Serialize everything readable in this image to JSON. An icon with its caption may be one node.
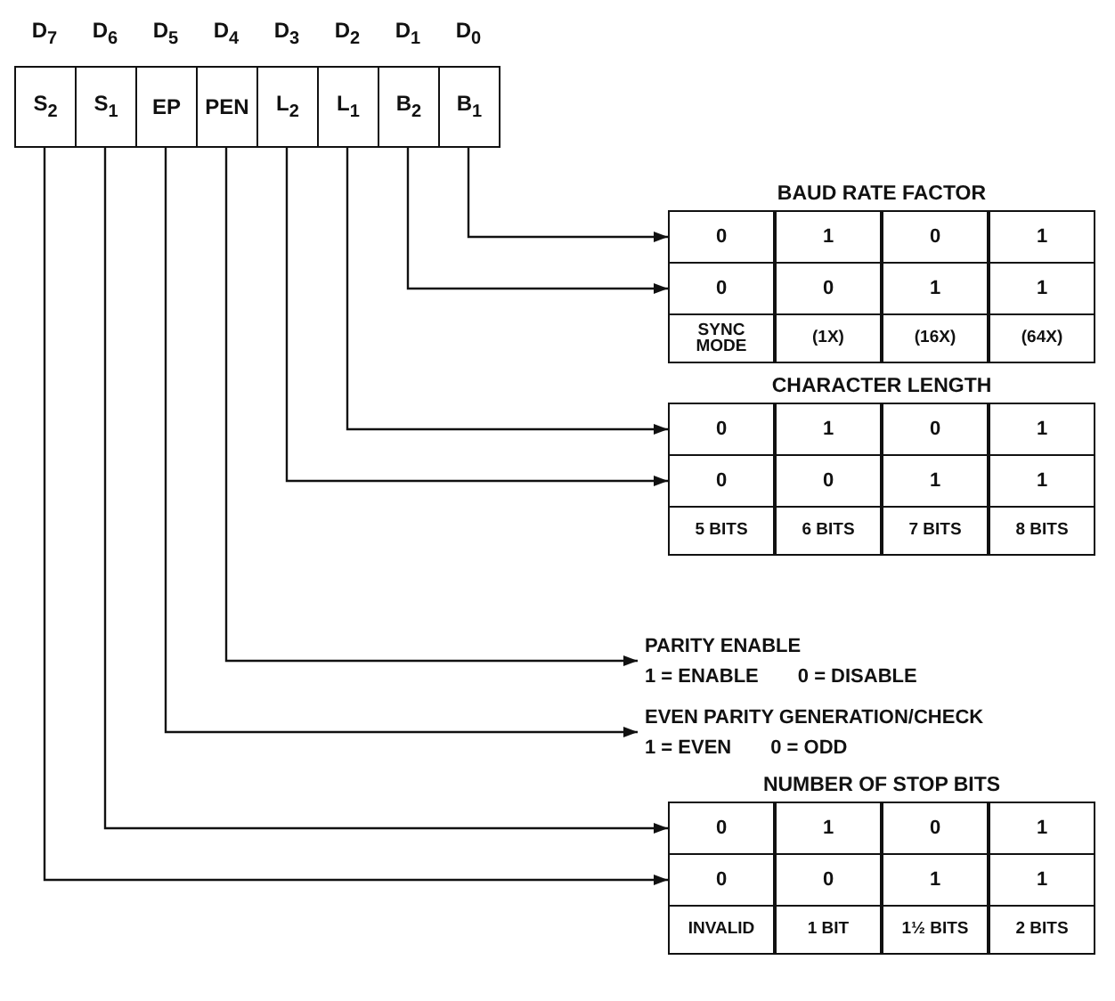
{
  "diagram": {
    "nodes": [
      {
        "text": [
          "S$_{2}$"
        ],
        "beside": [
          "D$_{7}$"
        ]
      },
      {
        "text": [
          "S$_{1}$"
        ],
        "beside": [
          "D$_{6}$"
        ]
      },
      {
        "text": [
          "EP"
        ],
        "beside": [
          "D$_{5}$"
        ]
      },
      {
        "text": [
          "PEN"
        ],
        "beside": [
          "D$_{4}$"
        ]
      },
      {
        "text": [
          "L$_{2}$"
        ],
        "beside": [
          "D$_{3}$"
        ]
      },
      {
        "text": [
          "L$_{1}$"
        ],
        "beside": [
          "D$_{2}$"
        ]
      },
      {
        "text": [
          "B$_{2}$"
        ],
        "beside": [
          "D$_{1}$"
        ]
      },
      {
        "text": [
          "B$_{1}$"
        ],
        "beside": [
          "D$_{0}$"
        ]
      },
      {
        "text": [
          "BAUD RATE FACTOR"
        ]
      },
      {
        "text": [
          "0",
          "1",
          "0",
          "1"
        ],
        "in": 8
      },
      {
        "text": [
          "0",
          "0",
          "1",
          "1"
        ],
        "in": 8
      },
      {
        "text": [
          "SYNC MODE",
          "(1X)",
          "(16X)",
          "(64X)"
        ],
        "in": 8
      },
      {
        "text": [
          "CHARACTER LENGTH"
        ]
      },
      {
        "text": [
          "0",
          "1",
          "0",
          "1"
        ],
        "in": 12
      },
      {
        "text": [
          "0",
          "0",
          "1",
          "1"
        ],
        "in": 12
      },
      {
        "text": [
          "5 BITS",
          "6 BITS",
          "7 BITS",
          "8 BITS"
        ],
        "in": 12
      },
      {
        "text": [
          "PARITY ENABLE",
          "1 = ENABLE",
          "0 = DISABLE"
        ]
      },
      {
        "text": [
          "EVEN PARITY GENERATION/CHECK",
          "1 = EVEN",
          "0 = ODD"
        ]
      },
      {
        "text": [
          "NUMBER OF STOP BITS"
        ]
      },
      {
        "text": [
          "0",
          "1",
          "0",
          "1"
        ],
        "in": 18
      },
      {
        "text": [
          "0",
          "0",
          "1",
          "1"
        ],
        "in": 18
      },
      {
        "text": [
          "INVALID",
          "1 BIT",
          "1½ BITS",
          "2 BITS"
        ],
        "in": 18
      }
    ],
    "edges": [
      {
        "from": 7,
        "to": 9,
        "arrow": "to"
      },
      {
        "from": 6,
        "to": 10,
        "arrow": "to"
      },
      {
        "from": 5,
        "to": 13,
        "arrow": "to"
      },
      {
        "from": 4,
        "to": 14,
        "arrow": "to"
      },
      {
        "from": 3,
        "to": 16,
        "arrow": "to"
      },
      {
        "from": 2,
        "to": 17,
        "arrow": "to"
      },
      {
        "from": 1,
        "to": 19,
        "arrow": "to"
      },
      {
        "from": 0,
        "to": 20,
        "arrow": "to"
      }
    ]
  }
}
